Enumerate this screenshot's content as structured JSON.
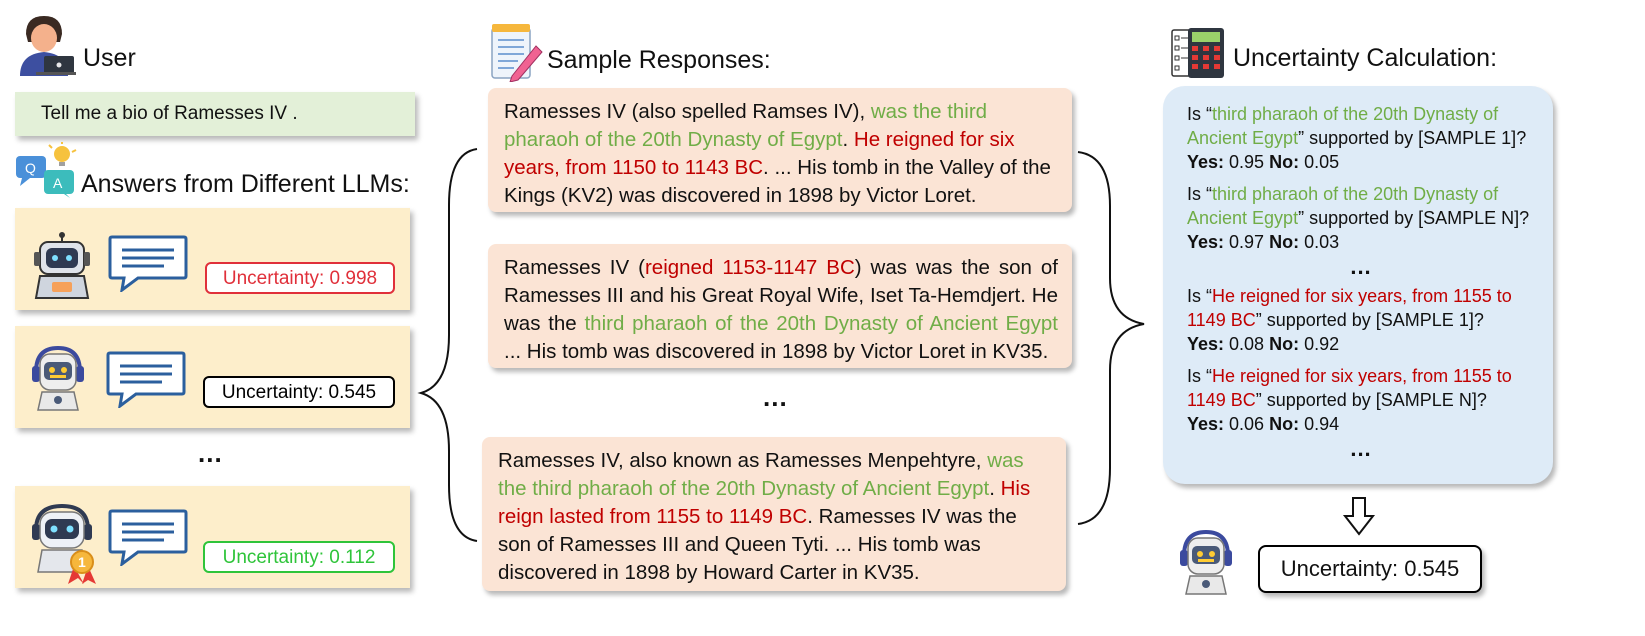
{
  "user": {
    "label": "User"
  },
  "prompt": "Tell me a bio of Ramesses IV .",
  "answers": {
    "label": "Answers from Different LLMs:",
    "cards": [
      {
        "uncertainty": "Uncertainty: 0.998",
        "color": "#e0303a"
      },
      {
        "uncertainty": "Uncertainty: 0.545",
        "color": "#000000"
      },
      {
        "uncertainty": "Uncertainty: 0.112",
        "color": "#2fc43a"
      }
    ],
    "ellipsis": "..."
  },
  "samples": {
    "label": "Sample Responses:",
    "r1": {
      "p1": "Ramesses IV (also spelled Ramses IV), ",
      "g1": "was the third pharaoh of the 20th Dynasty of Egypt",
      "p2": ". ",
      "r1": "He reigned for six years, from 1150 to 1143 BC",
      "p3": ". ... His tomb in the Valley of the Kings (KV2) was discovered in 1898 by Victor Loret."
    },
    "r2": {
      "p1": "Ramesses IV (",
      "r1": "reigned 1153-1147 BC",
      "p2": ") was was the son of Ramesses III and his Great Royal Wife, Iset Ta-Hemdjert. He was the ",
      "g1": "third pharaoh of the 20th Dynasty of Ancient Egypt",
      "p3": " ... His tomb was discovered in 1898 by Victor Loret in KV35."
    },
    "ellipsis": "...",
    "r3": {
      "p1": "Ramesses IV, also known as Ramesses Menpehtyre, ",
      "g1": "was the third pharaoh of the 20th Dynasty of Ancient Egypt",
      "p2": ". ",
      "r1": "His reign lasted from 1155 to 1149 BC",
      "p3": ". Ramesses IV was the son of Ramesses III and Queen Tyti. ... His tomb was discovered in 1898 by Howard Carter in KV35."
    }
  },
  "calc": {
    "label": "Uncertainty Calculation:",
    "q1": {
      "open": "Is “",
      "claim": "third pharaoh of the 20th Dynasty of Ancient Egypt",
      "close": "” supported by [SAMPLE 1]?",
      "yes_label": "Yes:",
      "yes": " 0.95 ",
      "no_label": "No:",
      "no": " 0.05"
    },
    "q2": {
      "open": "Is “",
      "claim": "third pharaoh of the 20th Dynasty of Ancient Egypt",
      "close": "” supported by [SAMPLE N]?",
      "yes_label": "Yes:",
      "yes": " 0.97 ",
      "no_label": "No:",
      "no": " 0.03"
    },
    "dots1": "...",
    "q3": {
      "open": "Is “",
      "claim": "He reigned for six years, from 1155 to 1149 BC",
      "close": "” supported by [SAMPLE 1]?",
      "yes_label": "Yes:",
      "yes": " 0.08 ",
      "no_label": "No:",
      "no": " 0.92"
    },
    "q4": {
      "open": "Is “",
      "claim": "He reigned for six years, from 1155 to 1149 BC",
      "close": "” supported by [SAMPLE N]?",
      "yes_label": "Yes:",
      "yes": " 0.06 ",
      "no_label": "No:",
      "no": " 0.94"
    },
    "dots2": "...",
    "final": "Uncertainty: 0.545"
  },
  "icons": {
    "user": "user-laptop-icon",
    "qa": "qa-bubbles-icon",
    "notepad": "notepad-pencil-icon",
    "calculator": "calculator-icon",
    "robot1": "robot-headset-icon",
    "robot2": "robot-headphones-icon",
    "robot3": "robot-medal-icon",
    "chat": "chat-bubble-icon",
    "arrow": "down-arrow-icon"
  }
}
